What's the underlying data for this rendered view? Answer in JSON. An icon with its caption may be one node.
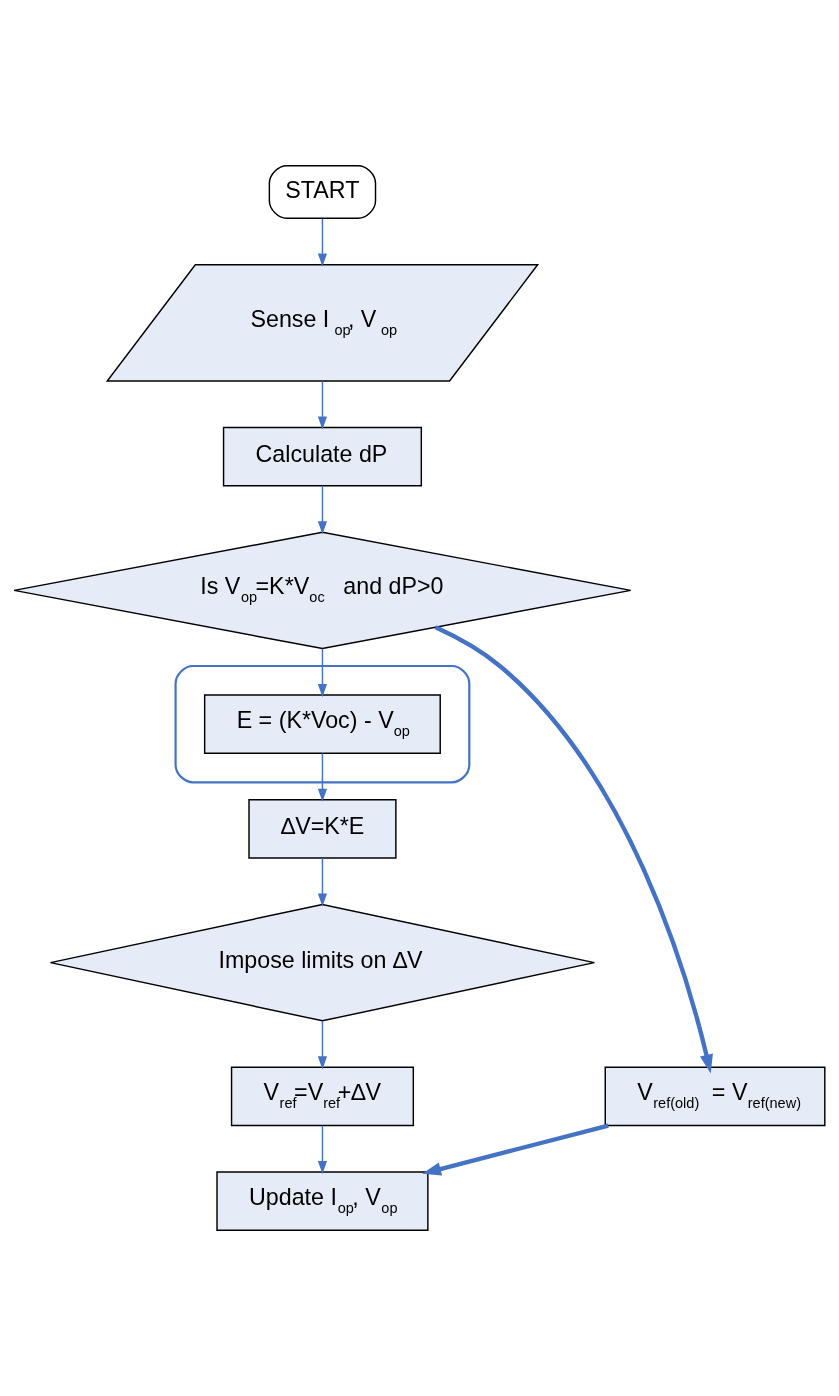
{
  "diagram": {
    "nodes": [
      {
        "text": [
          "START"
        ]
      },
      {
        "text": [
          "Sense I$_{ op}$, V$_{ op}$"
        ]
      },
      {
        "text": [
          "Calculate dP"
        ]
      },
      {
        "text": [
          "Is V$_{op}$=K*V$_{oc}$ and dP>0"
        ]
      },
      {
        "text": [],
        "shape": "ellipse"
      },
      {
        "text": [
          "E = (K*Voc) - V$_{op}$"
        ],
        "in": 4
      },
      {
        "text": [
          "∆V=K*E"
        ]
      },
      {
        "text": [
          "Impose limits on ∆V"
        ]
      },
      {
        "text": [
          "V$_{ref}$=V$_{ref}$+∆V"
        ]
      },
      {
        "text": [
          "Update I$_{op}$, V$_{op}$"
        ]
      },
      {
        "text": [
          "V$_{ref(old)}$ = V$_{ref(new)}$"
        ]
      }
    ],
    "edges": [
      {
        "from": 0,
        "to": 1,
        "arrow": "to"
      },
      {
        "from": 1,
        "to": 2,
        "arrow": "to"
      },
      {
        "from": 2,
        "to": 3,
        "arrow": "to"
      },
      {
        "from": 3,
        "to": 5,
        "arrow": "to"
      },
      {
        "from": 5,
        "to": 6,
        "arrow": "to"
      },
      {
        "from": 6,
        "to": 7,
        "arrow": "to"
      },
      {
        "from": 7,
        "to": 8,
        "arrow": "to"
      },
      {
        "from": 8,
        "to": 9,
        "arrow": "to"
      },
      {
        "from": 3,
        "to": 10,
        "arrow": "to",
        "style": "thick"
      },
      {
        "from": 10,
        "to": 9,
        "arrow": "to",
        "style": "thick"
      }
    ]
  }
}
